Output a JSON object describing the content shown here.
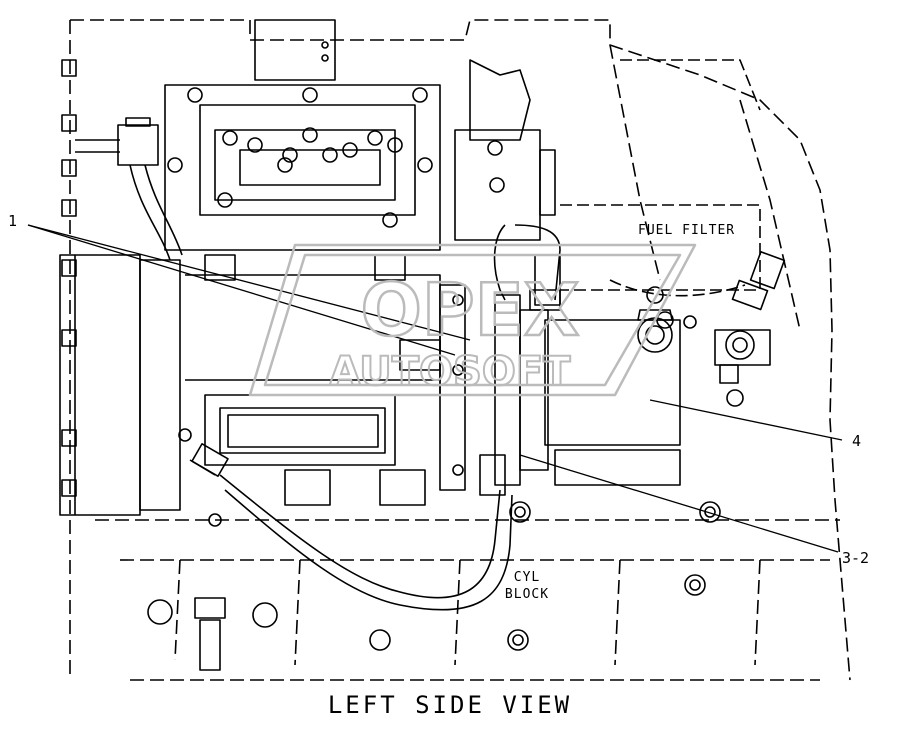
{
  "view_title": "LEFT SIDE VIEW",
  "labels": {
    "fuel_filter": "FUEL FILTER",
    "cyl_block_line1": "CYL",
    "cyl_block_line2": "BLOCK"
  },
  "callouts": {
    "c1": "1",
    "c4": "4",
    "c3_2": "3-2"
  },
  "watermark": {
    "line1": "OPEX",
    "line2": "AUTOSOFT"
  }
}
